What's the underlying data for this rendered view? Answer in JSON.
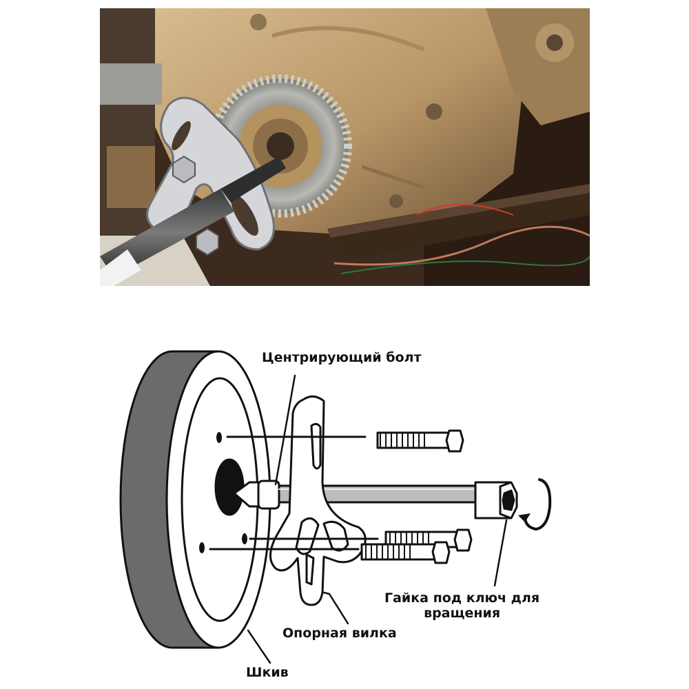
{
  "labels": {
    "centering_bolt": "Центрирующий болт",
    "wrench_nut_line1": "Гайка под ключ для",
    "wrench_nut_line2": "вращения",
    "support_fork": "Опорная вилка",
    "pulley": "Шкив"
  },
  "colors": {
    "outline": "#111111",
    "pulley_face": "#ffffff",
    "pulley_side": "#6b6b6b",
    "engine_case": "#c3a57a",
    "gear": "#a8a8a4",
    "tool_metal": "#d7d9dc",
    "frame_dark": "#2b1d14"
  },
  "icons": {
    "rotation_arrow": "clockwise-hook-arrow-icon"
  }
}
